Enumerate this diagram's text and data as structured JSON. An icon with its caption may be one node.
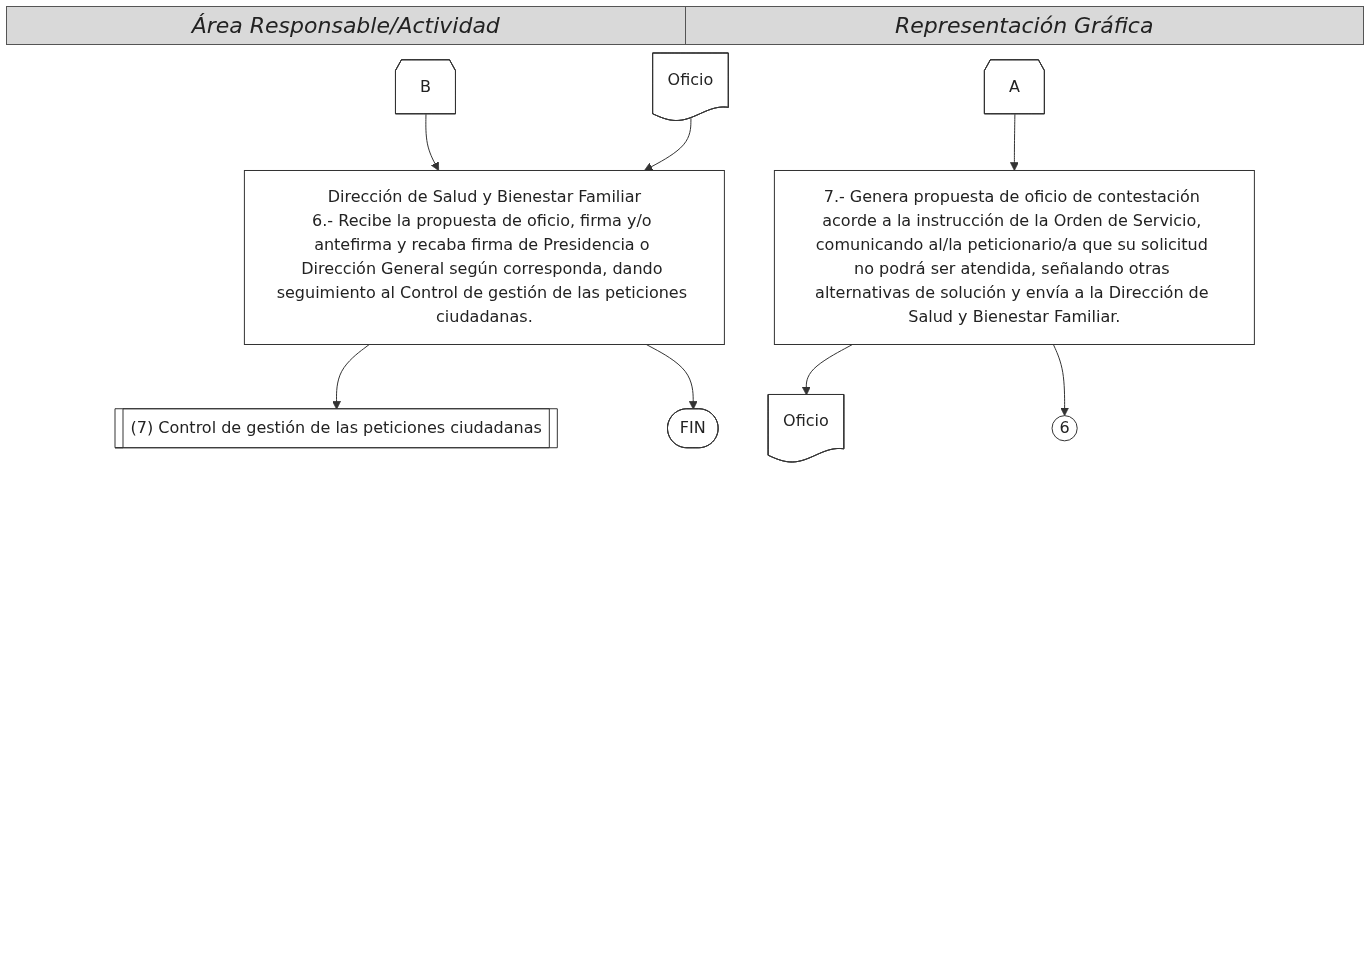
{
  "diagram": {
    "nodes": [
      {
        "text": [
          "B"
        ]
      },
      {
        "text": [
          "Dirección de Salud y Bienestar Familiar",
          "6.- Recibe la propuesta de oficio, firma y/o antefirma y recaba firma de Presidencia o Dirección General según corresponda, dando seguimiento al Control de gestión de las peticiones ciudadanas."
        ]
      },
      {
        "text": [
          "Oficio"
        ]
      },
      {
        "text": [
          "(7) Control de gestión de las peticiones ciudadanas"
        ]
      },
      {
        "text": [
          "FIN"
        ]
      },
      {
        "text": [
          "A"
        ]
      },
      {
        "text": [
          "7.- Genera propuesta de oficio de contestación acorde a la instrucción de la Orden de Servicio, comunicando al/la peticionario/a que su solicitud no podrá ser atendida, señalando otras alternativas de solución y envía a la Dirección de Salud y Bienestar Familiar."
        ]
      },
      {
        "text": [
          "Oficio"
        ]
      },
      {
        "text": [
          "6"
        ]
      }
    ],
    "edges": [
      {
        "from": 0,
        "to": 1,
        "arrow": "to"
      },
      {
        "from": 2,
        "to": 1,
        "arrow": "to"
      },
      {
        "from": 1,
        "to": 3,
        "arrow": "to"
      },
      {
        "from": 1,
        "to": 4,
        "arrow": "to"
      },
      {
        "from": 5,
        "to": 6,
        "arrow": "to"
      },
      {
        "from": 6,
        "to": 7,
        "arrow": "to"
      },
      {
        "from": 6,
        "to": 8,
        "arrow": "to"
      }
    ],
    "labels": [
      "Área Responsable/Actividad",
      "Representación Gráfica"
    ]
  }
}
